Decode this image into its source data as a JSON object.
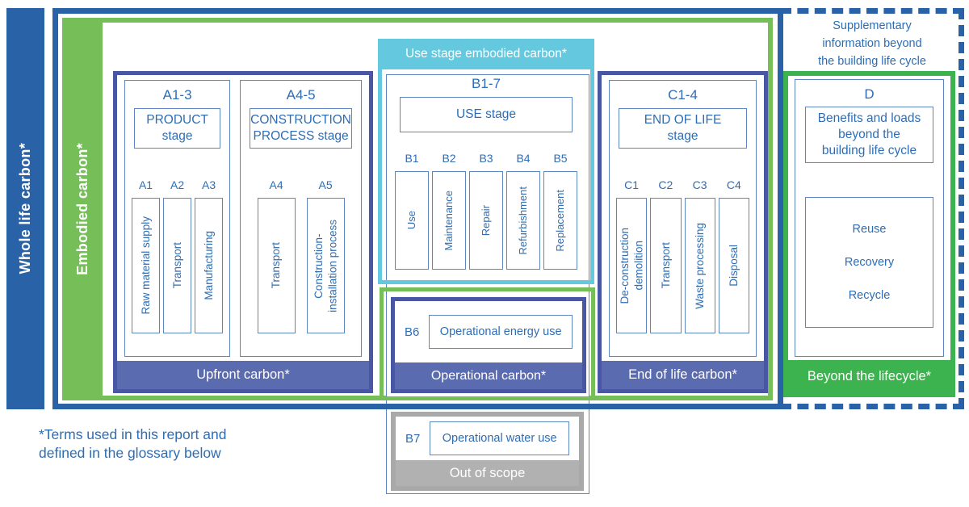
{
  "colors": {
    "dark_blue": "#2A62A7",
    "text_blue": "#2E6DB4",
    "thin_border_blue": "#5E87C2",
    "indigo_border": "#4956A3",
    "indigo_banner": "#5A6BB0",
    "light_green": "#76BE58",
    "bright_green": "#3CB34E",
    "cyan": "#64C9DE",
    "gray_border": "#A9A9A9",
    "gray_banner": "#B1B1B1"
  },
  "sidebars": {
    "whole_life": "Whole life carbon*",
    "embodied": "Embodied carbon*"
  },
  "header": {
    "use_stage": "Use stage embodied carbon*"
  },
  "supp": {
    "text": "Supplementary\ninformation beyond\nthe building life cycle"
  },
  "groups": {
    "a13": {
      "code": "A1-3",
      "stage": "PRODUCT\nstage",
      "units": [
        {
          "code": "A1",
          "label": "Raw material supply"
        },
        {
          "code": "A2",
          "label": "Transport"
        },
        {
          "code": "A3",
          "label": "Manufacturing"
        }
      ]
    },
    "a45": {
      "code": "A4-5",
      "stage": "CONSTRUCTION\nPROCESS stage",
      "units": [
        {
          "code": "A4",
          "label": "Transport"
        },
        {
          "code": "A5",
          "label": "Construction-\ninstallation process"
        }
      ]
    },
    "b17": {
      "code": "B1-7",
      "stage": "USE stage",
      "units": [
        {
          "code": "B1",
          "label": "Use"
        },
        {
          "code": "B2",
          "label": "Maintenance"
        },
        {
          "code": "B3",
          "label": "Repair"
        },
        {
          "code": "B4",
          "label": "Refurbishment"
        },
        {
          "code": "B5",
          "label": "Replacement"
        }
      ]
    },
    "c14": {
      "code": "C1-4",
      "stage": "END OF LIFE\nstage",
      "units": [
        {
          "code": "C1",
          "label": "De-construction\ndemolition"
        },
        {
          "code": "C2",
          "label": "Transport"
        },
        {
          "code": "C3",
          "label": "Waste processing"
        },
        {
          "code": "C4",
          "label": "Disposal"
        }
      ]
    },
    "d": {
      "code": "D",
      "stage": "Benefits and loads\nbeyond the\nbuilding life cycle",
      "items": [
        "Reuse",
        "Recovery",
        "Recycle"
      ]
    }
  },
  "b6": {
    "code": "B6",
    "label": "Operational energy use"
  },
  "b7": {
    "code": "B7",
    "label": "Operational water use"
  },
  "banners": {
    "upfront": "Upfront carbon*",
    "operational": "Operational carbon*",
    "end_of_life": "End of life carbon*",
    "beyond": "Beyond the lifecycle*",
    "out_of_scope": "Out of scope"
  },
  "footnote": {
    "text": "*Terms used in this report and\ndefined in the glossary below"
  }
}
